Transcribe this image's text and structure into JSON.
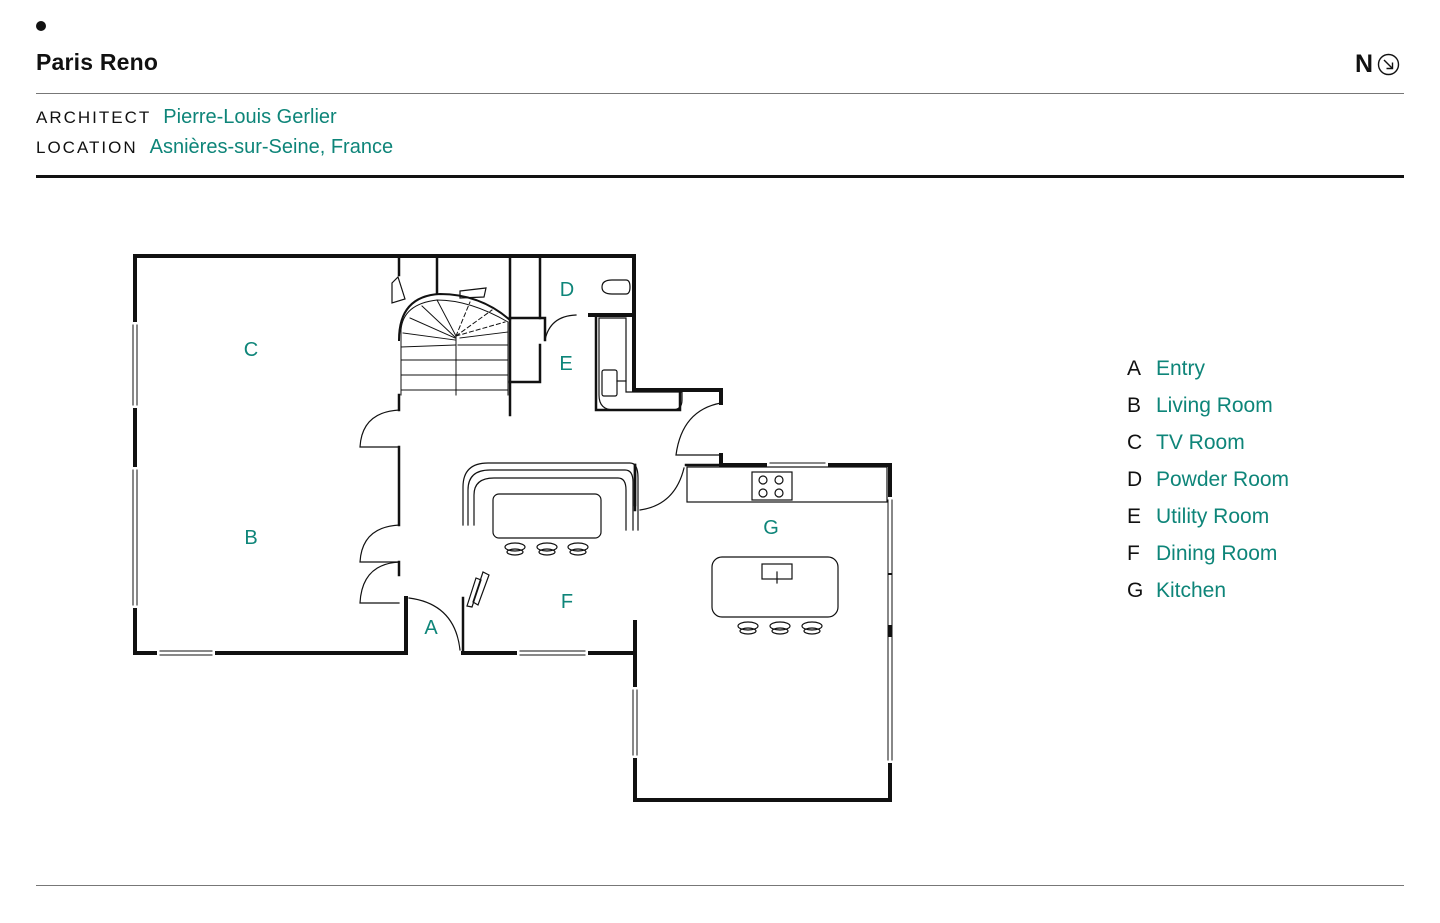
{
  "header": {
    "title": "Paris Reno",
    "north_label": "N",
    "architect_label": "ARCHITECT",
    "architect_value": "Pierre-Louis Gerlier",
    "location_label": "LOCATION",
    "location_value": "Asnières-sur-Seine, France"
  },
  "colors": {
    "accent": "#0e8579",
    "ink": "#111111",
    "rule": "#777777"
  },
  "plan_labels": {
    "A": "A",
    "B": "B",
    "C": "C",
    "D": "D",
    "E": "E",
    "F": "F",
    "G": "G"
  },
  "legend": [
    {
      "key": "A",
      "name": "Entry"
    },
    {
      "key": "B",
      "name": "Living Room"
    },
    {
      "key": "C",
      "name": "TV Room"
    },
    {
      "key": "D",
      "name": "Powder Room"
    },
    {
      "key": "E",
      "name": "Utility Room"
    },
    {
      "key": "F",
      "name": "Dining Room"
    },
    {
      "key": "G",
      "name": "Kitchen"
    }
  ]
}
